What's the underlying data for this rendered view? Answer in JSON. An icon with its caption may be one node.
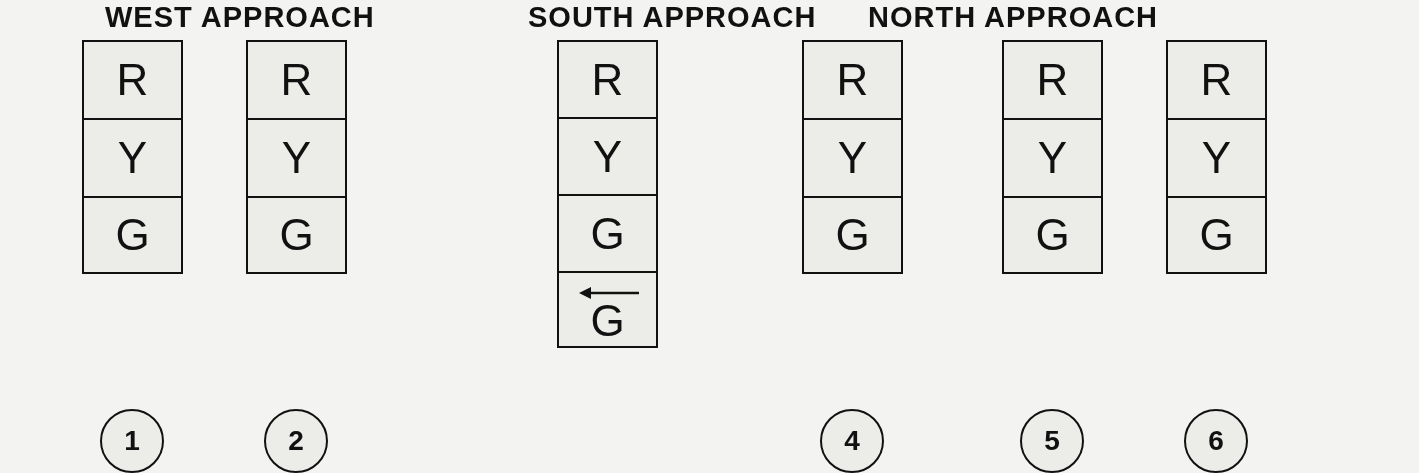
{
  "diagram": {
    "nodes": [
      {
        "text": [
          "R"
        ]
      },
      {
        "text": [
          "Y"
        ]
      },
      {
        "text": [
          "G"
        ]
      },
      {
        "text": [
          "1"
        ]
      },
      {
        "text": [
          "R"
        ]
      },
      {
        "text": [
          "Y"
        ]
      },
      {
        "text": [
          "G"
        ]
      },
      {
        "text": [
          "2"
        ]
      },
      {
        "text": [
          "R"
        ]
      },
      {
        "text": [
          "Y"
        ]
      },
      {
        "text": [
          "G"
        ]
      },
      {
        "text": [
          "G"
        ]
      },
      {
        "text": [
          "R"
        ]
      },
      {
        "text": [
          "Y"
        ]
      },
      {
        "text": [
          "G"
        ]
      },
      {
        "text": [
          "4"
        ]
      },
      {
        "text": [
          "R"
        ]
      },
      {
        "text": [
          "Y"
        ]
      },
      {
        "text": [
          "G"
        ]
      },
      {
        "text": [
          "5"
        ]
      },
      {
        "text": [
          "R"
        ]
      },
      {
        "text": [
          "Y"
        ]
      },
      {
        "text": [
          "G"
        ]
      },
      {
        "text": [
          "6"
        ]
      }
    ],
    "labels": [
      "WEST APPROACH",
      "SOUTH APPROACH",
      "NORTH APPROACH"
    ]
  }
}
